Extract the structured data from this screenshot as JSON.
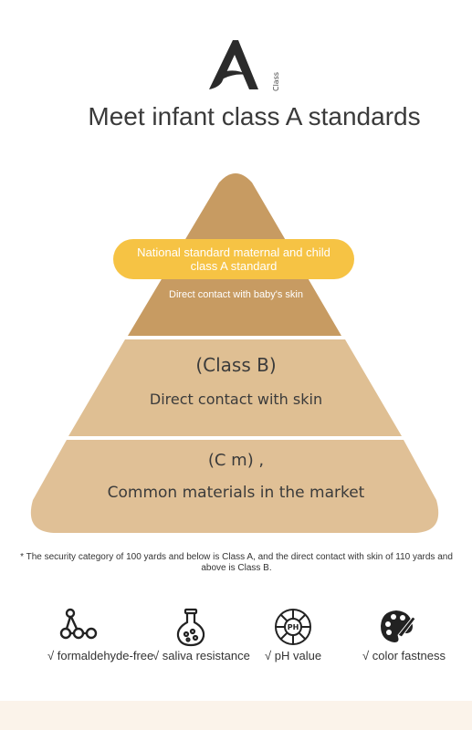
{
  "logo": {
    "letter": "A",
    "class_text": "Class"
  },
  "title": "Meet infant class A standards",
  "pyramid": {
    "top": {
      "badge": "National standard maternal and child class A standard",
      "sub": "Direct contact with baby's skin"
    },
    "middle": {
      "title": "(Class B)",
      "sub": "Direct contact with skin"
    },
    "bottom": {
      "title": "(C m) ,",
      "sub": "Common materials in the market"
    }
  },
  "note": "* The security category of 100 yards and below is Class A, and the direct contact with skin of 110 yards and above is Class B.",
  "features": [
    {
      "icon": "molecule-icon",
      "label": "√ formaldehyde-free"
    },
    {
      "icon": "flask-icon",
      "label": "√ saliva resistance"
    },
    {
      "icon": "ph-meter-icon",
      "label": "√ pH value"
    },
    {
      "icon": "palette-icon",
      "label": "√ color fastness"
    }
  ],
  "colors": {
    "tier_top": "#c79b62",
    "tier_mid": "#dfbf93",
    "tier_bottom": "#e0c096",
    "badge": "#f6c344"
  }
}
